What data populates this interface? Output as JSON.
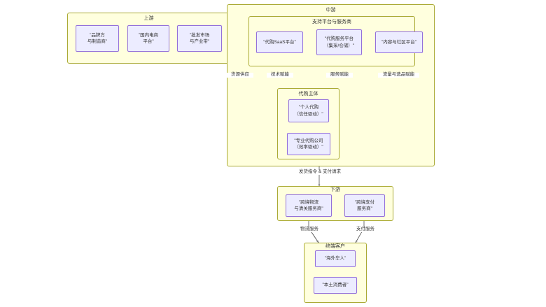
{
  "diagram": {
    "type": "flowchart",
    "title": "",
    "clusters": [
      {
        "id": "upstream",
        "label": "上游"
      },
      {
        "id": "midstream",
        "label": "中游"
      },
      {
        "id": "support-platforms",
        "label": "支持平台与服务商"
      },
      {
        "id": "daigou-entities",
        "label": "代购主体"
      },
      {
        "id": "downstream",
        "label": "下游"
      },
      {
        "id": "end-customers",
        "label": "终端客户"
      }
    ],
    "nodes": [
      {
        "id": "brand-manufacturer",
        "cluster": "upstream",
        "lines": [
          "\"品牌方",
          "与制造商\""
        ]
      },
      {
        "id": "domestic-ecommerce",
        "cluster": "upstream",
        "lines": [
          "\"国内电商",
          "平台\""
        ]
      },
      {
        "id": "wholesale-market",
        "cluster": "upstream",
        "lines": [
          "\"批发市场",
          "与产业带\""
        ]
      },
      {
        "id": "saas-platform",
        "cluster": "support-platforms",
        "lines": [
          "\"代购SaaS平台\""
        ]
      },
      {
        "id": "daigou-service-platform",
        "cluster": "support-platforms",
        "lines": [
          "\"代购服务平台",
          "（集采/仓储）\""
        ]
      },
      {
        "id": "content-community-platform",
        "cluster": "support-platforms",
        "lines": [
          "\"内容与社区平台\""
        ]
      },
      {
        "id": "individual-daigou",
        "cluster": "daigou-entities",
        "lines": [
          "\"个人代购",
          "（信任驱动）\""
        ]
      },
      {
        "id": "professional-daigou",
        "cluster": "daigou-entities",
        "lines": [
          "\"专业代购公司",
          "（效率驱动）\""
        ]
      },
      {
        "id": "cross-border-logistics",
        "cluster": "downstream",
        "lines": [
          "\"跨境物流",
          "与清关服务商\""
        ]
      },
      {
        "id": "cross-border-payment",
        "cluster": "downstream",
        "lines": [
          "\"跨境支付",
          "服务商\""
        ]
      },
      {
        "id": "overseas-chinese",
        "cluster": "end-customers",
        "lines": [
          "\"海外华人\""
        ]
      },
      {
        "id": "local-consumer",
        "cluster": "end-customers",
        "lines": [
          "\"本土消费者\""
        ]
      }
    ],
    "edge_labels": [
      {
        "id": "supply-of-goods",
        "text": "货源供应"
      },
      {
        "id": "tech-empowerment",
        "text": "技术赋能"
      },
      {
        "id": "service-empowerment",
        "text": "服务赋能"
      },
      {
        "id": "traffic-selection-empowerment",
        "text": "流量与选品赋能"
      },
      {
        "id": "shipping-payment-request",
        "text": "发货指令 & 支付请求"
      },
      {
        "id": "logistics-service",
        "text": "物流服务"
      },
      {
        "id": "payment-service",
        "text": "支付服务"
      }
    ],
    "colors": {
      "cluster_fill": "#ffffde",
      "cluster_stroke": "#aaaa33",
      "node_fill": "#ececff",
      "node_stroke": "#9370db",
      "edge_stroke": "#333333",
      "text": "#333333",
      "background": "#ffffff"
    }
  }
}
